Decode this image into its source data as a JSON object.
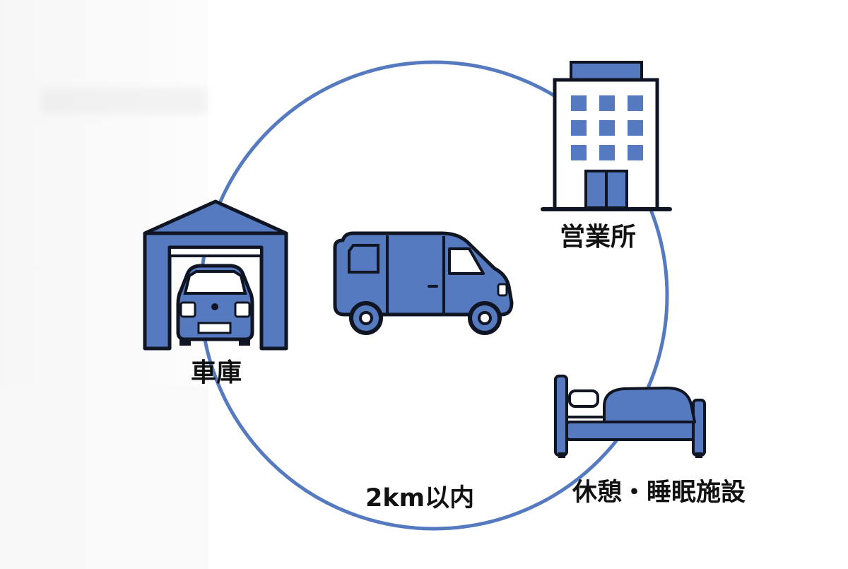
{
  "labels": {
    "garage": "車庫",
    "office": "営業所",
    "rest_facility": "休憩・睡眠施設",
    "distance": "2km以内"
  },
  "icons": {
    "garage": "garage-icon",
    "vehicle": "van-icon",
    "office": "office-building-icon",
    "rest": "bed-icon"
  },
  "colors": {
    "accent": "#557ABF",
    "outline": "#0F1522",
    "text": "#111111",
    "background": "#FFFFFF"
  }
}
